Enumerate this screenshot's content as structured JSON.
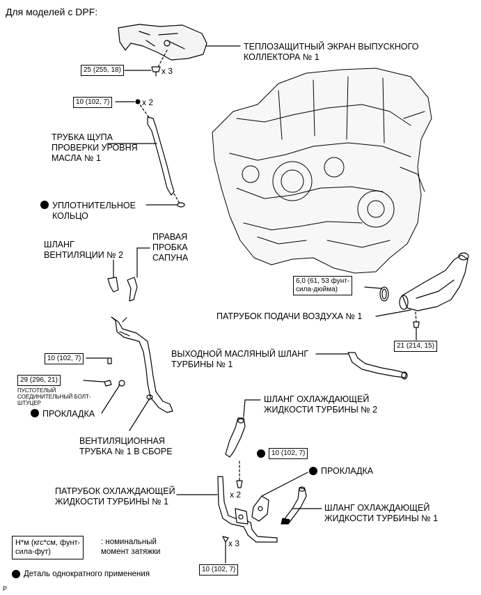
{
  "heading": "Для моделей с DPF:",
  "labels": {
    "heat_shield": "ТЕПЛОЗАЩИТНЫЙ ЭКРАН ВЫПУСКНОГО\nКОЛЛЕКТОРА № 1",
    "dipstick_tube": "ТРУБКА ЩУПА\nПРОВЕРКИ УРОВНЯ\nМАСЛА № 1",
    "o_ring": "УПЛОТНИТЕЛЬНОЕ\nКОЛЬЦО",
    "vent_hose": "ШЛАНГ\nВЕНТИЛЯЦИИ № 2",
    "breather_plug": "ПРАВАЯ\nПРОБКА\nСАПУНА",
    "air_inlet": "ПАТРУБОК ПОДАЧИ ВОЗДУХА № 1",
    "oil_outlet_hose": "ВЫХОДНОЙ МАСЛЯНЫЙ ШЛАНГ\nТУРБИНЫ № 1",
    "coolant_hose_2": "ШЛАНГ ОХЛАЖДАЮЩЕЙ\nЖИДКОСТИ ТУРБИНЫ № 2",
    "gasket_left": "ПРОКЛАДКА",
    "gasket_right": "ПРОКЛАДКА",
    "vent_tube_assy": "ВЕНТИЛЯЦИОННАЯ\nТРУБКА № 1 В СБОРЕ",
    "coolant_pipe_1": "ПАТРУБОК ОХЛАЖДАЮЩЕЙ\nЖИДКОСТИ ТУРБИНЫ № 1",
    "coolant_hose_1": "ШЛАНГ ОХЛАЖДАЮЩЕЙ\nЖИДКОСТИ ТУРБИНЫ № 1",
    "union_bolt": "ПУСТОТЕЛЫЙ\nСОЕДИНИТЕЛЬНЫЙ БОЛТ-\nШТУЦЕР"
  },
  "torques": {
    "heat_shield": "25 (255, 18)",
    "dipstick": "10 (102, 7)",
    "inlet_clamp": "6,0 (61, 53 фунт-\nсила-дюйма)",
    "inlet_bolt": "21 (214, 15)",
    "vent_tube": "10 (102, 7)",
    "union_bolt": "29 (296, 21)",
    "coolant_upper": "10 (102, 7)",
    "coolant_lower": "10 (102, 7)"
  },
  "quantities": {
    "heat_shield": "x 3",
    "dipstick": "x 2",
    "coolant_upper": "x 2",
    "coolant_lower": "x 3"
  },
  "legend": {
    "torque_box": "Н*м (кгс*см, фунт-\nсила-фут)",
    "torque_desc": ": номинальный\nмомент затяжки",
    "single_use": "Деталь однократного применения"
  },
  "corner_mark": "P"
}
